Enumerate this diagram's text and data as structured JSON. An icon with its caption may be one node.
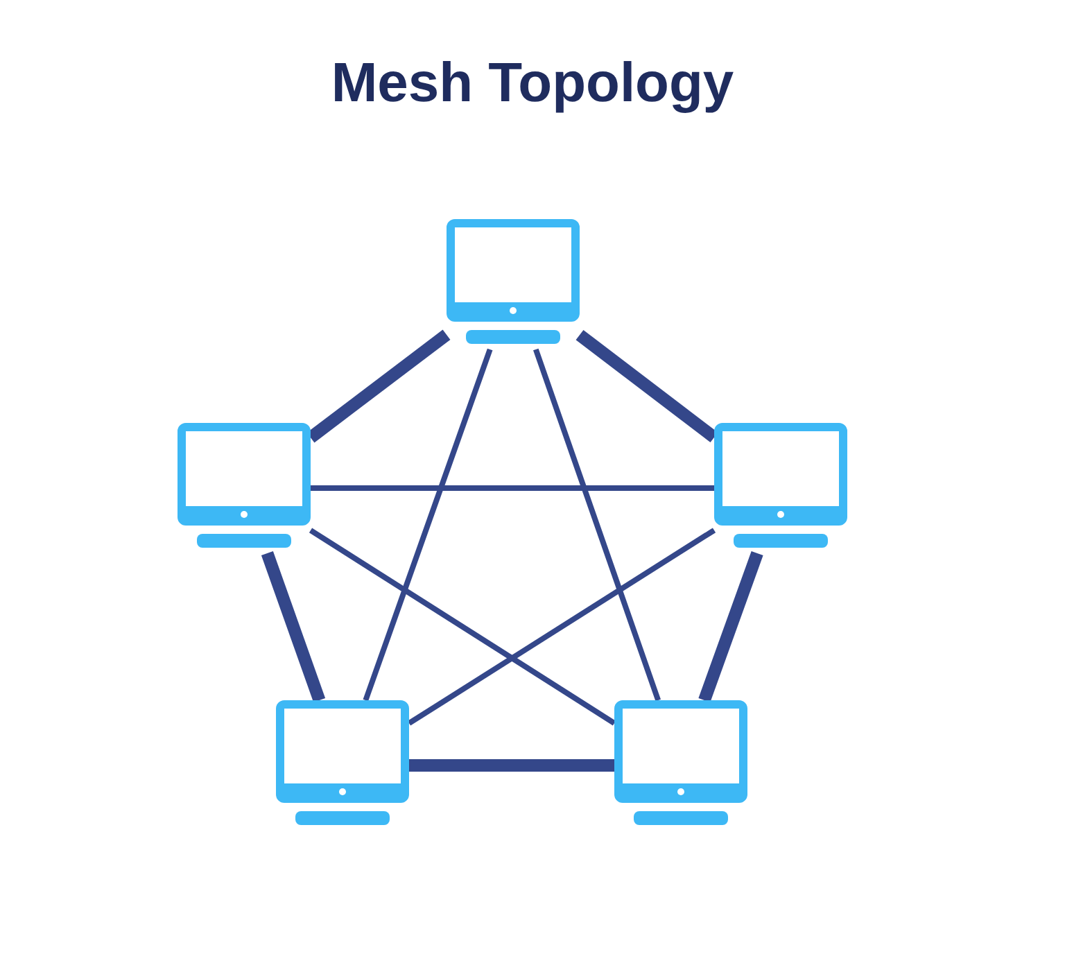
{
  "diagram": {
    "title": "Mesh Topology",
    "nodes": [
      {
        "text": [],
        "shape": "picture"
      },
      {
        "text": [],
        "shape": "picture"
      },
      {
        "text": [],
        "shape": "picture"
      },
      {
        "text": [],
        "shape": "picture"
      },
      {
        "text": [],
        "shape": "picture"
      }
    ],
    "edges": [
      {
        "from": 0,
        "to": 1,
        "arrow": "none",
        "style": "thick"
      },
      {
        "from": 0,
        "to": 2,
        "arrow": "none",
        "style": "thick"
      },
      {
        "from": 1,
        "to": 3,
        "arrow": "none",
        "style": "thick"
      },
      {
        "from": 2,
        "to": 4,
        "arrow": "none",
        "style": "thick"
      },
      {
        "from": 3,
        "to": 4,
        "arrow": "none",
        "style": "thick"
      },
      {
        "from": 1,
        "to": 2,
        "arrow": "none"
      },
      {
        "from": 0,
        "to": 3,
        "arrow": "none"
      },
      {
        "from": 0,
        "to": 4,
        "arrow": "none"
      },
      {
        "from": 1,
        "to": 4,
        "arrow": "none"
      },
      {
        "from": 2,
        "to": 3,
        "arrow": "none"
      }
    ]
  }
}
